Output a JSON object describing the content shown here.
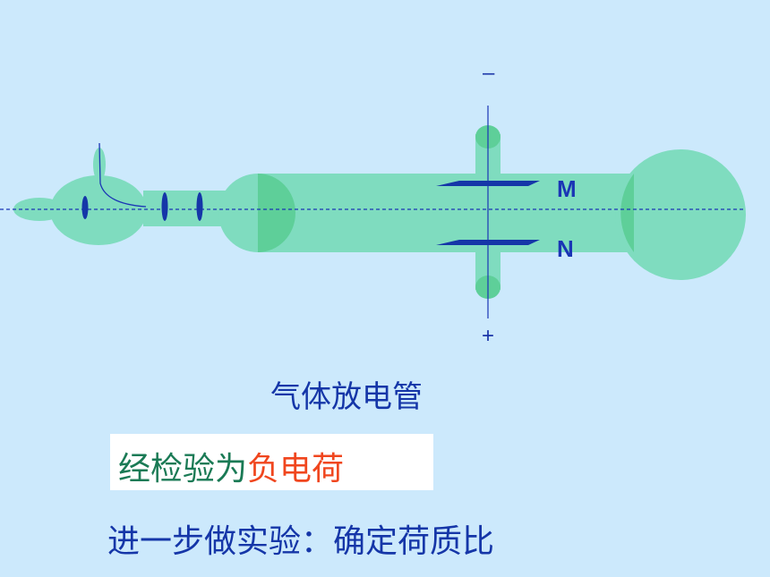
{
  "diagram": {
    "negative_terminal": "–",
    "positive_terminal": "+",
    "upper_plate_label": "M",
    "lower_plate_label": "N",
    "caption": "气体放电管"
  },
  "result_box": {
    "prefix": "经检验为",
    "highlight": "负电荷"
  },
  "next_step": "进一步做实验：确定荷质比",
  "colors": {
    "background": "#cce9fc",
    "tube_fill": "#7fdcbf",
    "tube_overlap": "#5ecf99",
    "plate": "#1536a8",
    "highlight_text": "#f0461e",
    "result_text": "#1a7a55"
  }
}
